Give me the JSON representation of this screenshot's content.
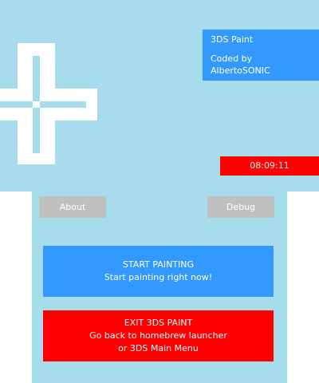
{
  "app": {
    "title": "3DS Paint",
    "credit_line1": "Coded by",
    "credit_line2": "AlbertoSONIC"
  },
  "status": {
    "clock": "08:09:11"
  },
  "buttons": {
    "about": "About",
    "debug": "Debug",
    "start": {
      "title": "START PAINTING",
      "subtitle": "Start painting right now!"
    },
    "exit": {
      "title": "EXIT 3DS PAINT",
      "line2": "Go back to homebrew launcher",
      "line3": "or 3DS Main Menu"
    }
  },
  "colors": {
    "background": "#a6dcec",
    "accent_blue": "#3399ff",
    "accent_red": "#ff0000",
    "button_gray": "#c0c0c0"
  },
  "icons": {
    "logo": "dpad-icon"
  }
}
